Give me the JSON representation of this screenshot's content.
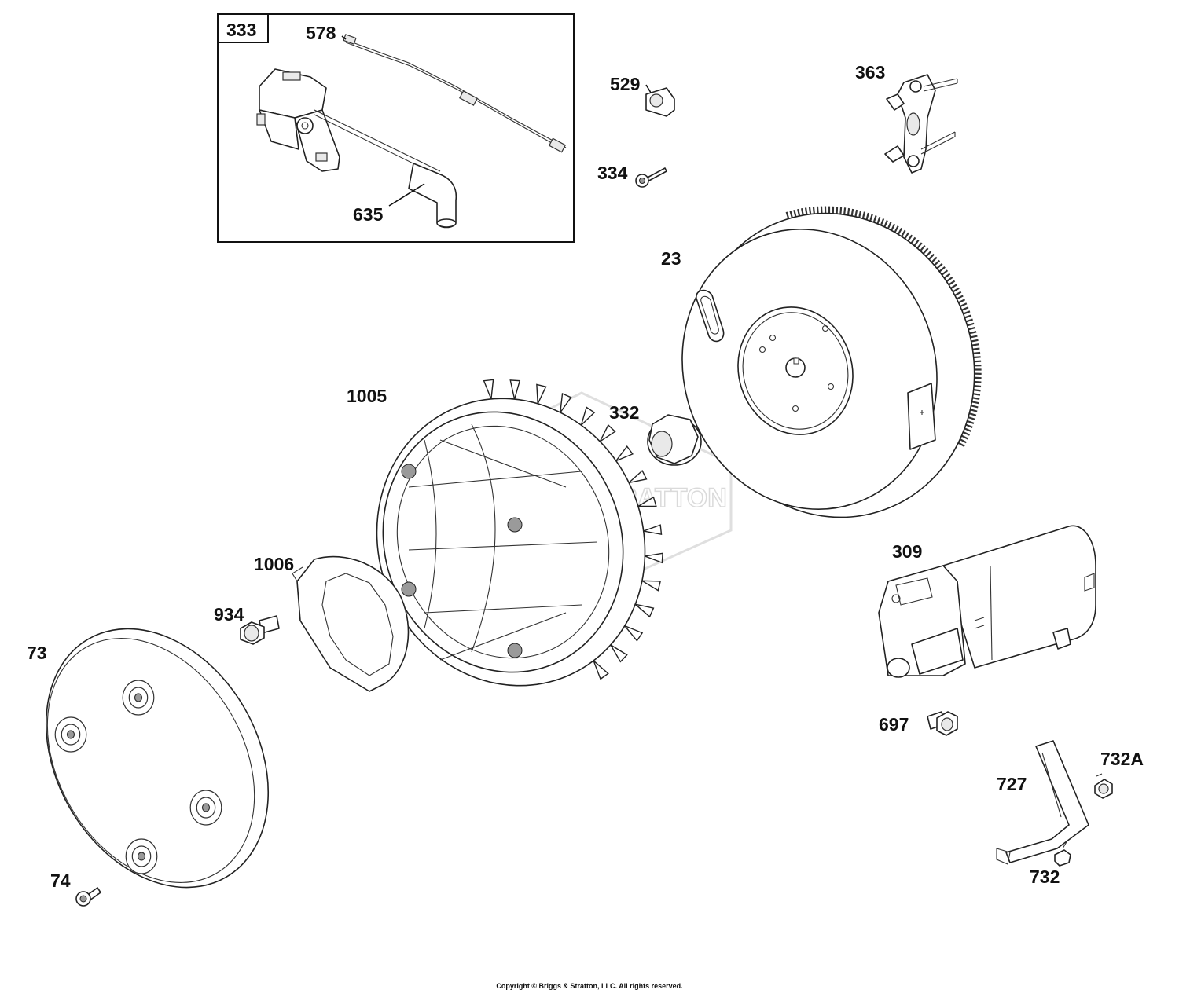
{
  "parts": [
    {
      "id": "p333",
      "label": "333"
    },
    {
      "id": "p578",
      "label": "578"
    },
    {
      "id": "p635",
      "label": "635"
    },
    {
      "id": "p529",
      "label": "529"
    },
    {
      "id": "p334",
      "label": "334"
    },
    {
      "id": "p363",
      "label": "363"
    },
    {
      "id": "p23",
      "label": "23"
    },
    {
      "id": "p1005",
      "label": "1005"
    },
    {
      "id": "p332",
      "label": "332"
    },
    {
      "id": "p1006",
      "label": "1006"
    },
    {
      "id": "p934",
      "label": "934"
    },
    {
      "id": "p73",
      "label": "73"
    },
    {
      "id": "p74",
      "label": "74"
    },
    {
      "id": "p309",
      "label": "309"
    },
    {
      "id": "p697",
      "label": "697"
    },
    {
      "id": "p732A",
      "label": "732A"
    },
    {
      "id": "p727",
      "label": "727"
    },
    {
      "id": "p732",
      "label": "732"
    }
  ],
  "watermark": "BRIGGS & STRATTON",
  "copyright": "Copyright © Briggs & Stratton, LLC. All rights reserved."
}
